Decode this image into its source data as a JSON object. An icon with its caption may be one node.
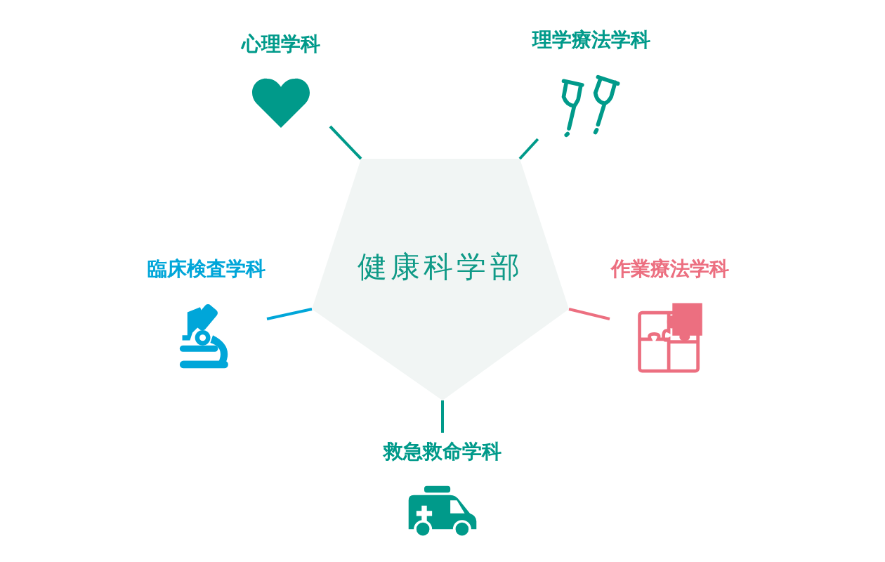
{
  "diagram": {
    "nodes": [
      {
        "text": [
          "健康科学部"
        ]
      },
      {
        "text": [
          "心理学科"
        ]
      },
      {
        "text": [
          "理学療法学科"
        ]
      },
      {
        "text": [
          "臨床検査学科"
        ]
      },
      {
        "text": [
          "作業療法学科"
        ]
      },
      {
        "text": [
          "救急救命学科"
        ]
      }
    ],
    "edges": [
      {
        "from": 0,
        "to": 1,
        "arrow": "none"
      },
      {
        "from": 0,
        "to": 2,
        "arrow": "none"
      },
      {
        "from": 0,
        "to": 3,
        "arrow": "none",
        "color": "#00a6d9"
      },
      {
        "from": 0,
        "to": 4,
        "arrow": "none",
        "color": "#ec6f80"
      },
      {
        "from": 0,
        "to": 5,
        "arrow": "none"
      }
    ]
  }
}
